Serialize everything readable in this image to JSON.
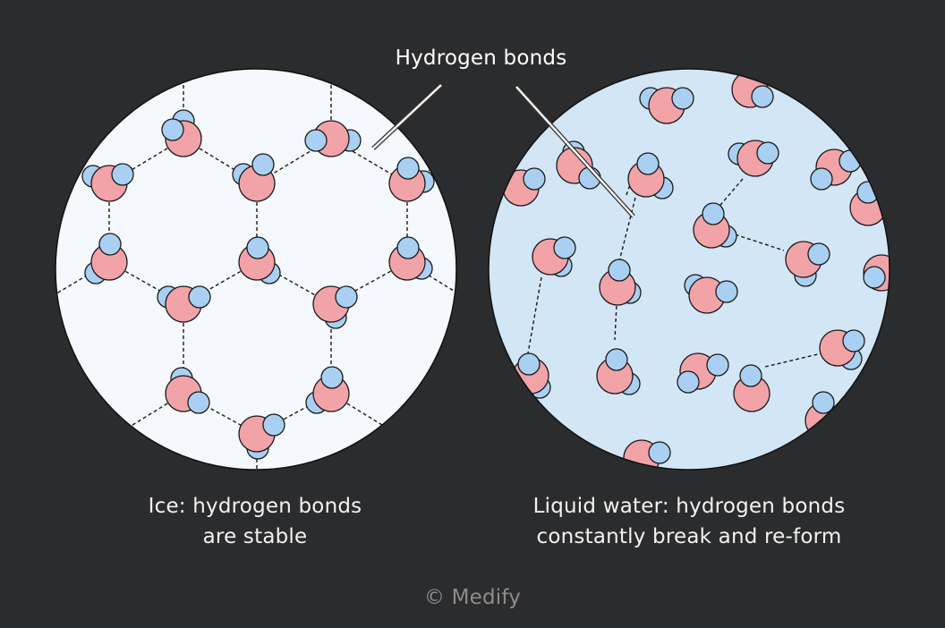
{
  "labels": {
    "hydrogen_bonds": "Hydrogen bonds",
    "ice_line1": "Ice: hydrogen bonds",
    "ice_line2": "are stable",
    "liquid_line1": "Liquid water: hydrogen bonds",
    "liquid_line2": "constantly break and re-form",
    "copyright": "© Medify"
  },
  "colors": {
    "background": "#2b2c2e",
    "ice_fill": "#f5f9fd",
    "liquid_fill": "#d3e6f6",
    "oxygen": "#f2a3a8",
    "hydrogen": "#a9d0f2",
    "outline": "#1a1a1a",
    "text": "#f2f2f2",
    "copyright": "#8c8c8c"
  }
}
